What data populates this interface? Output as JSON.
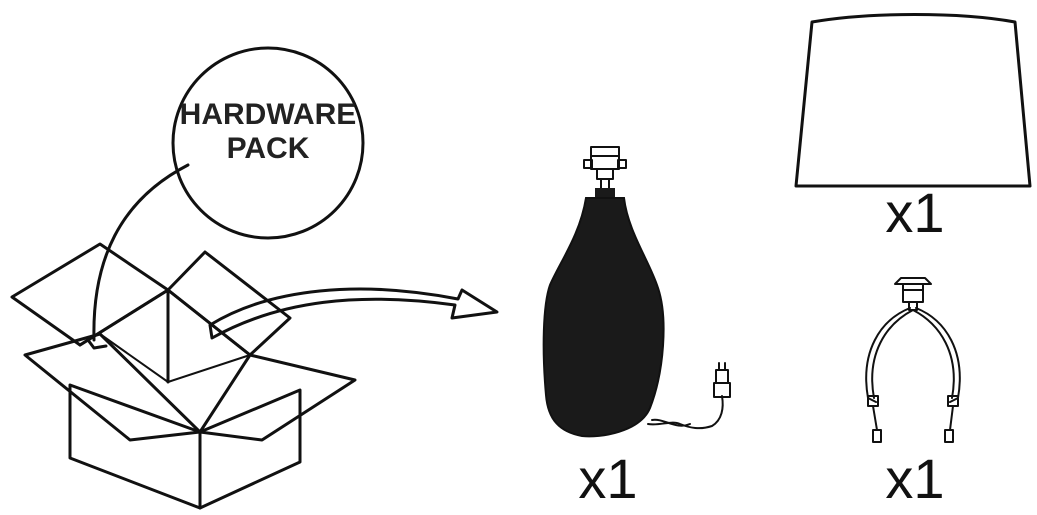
{
  "hardware_pack": {
    "line1": "HARDWARE",
    "line2": "PACK"
  },
  "items": {
    "lamp_base": {
      "count": "x1"
    },
    "lamp_shade": {
      "count": "x1"
    },
    "harp": {
      "count": "x1"
    }
  },
  "colors": {
    "ink": "#111111",
    "lamp_body": "#1a1a1a",
    "background": "#ffffff"
  }
}
